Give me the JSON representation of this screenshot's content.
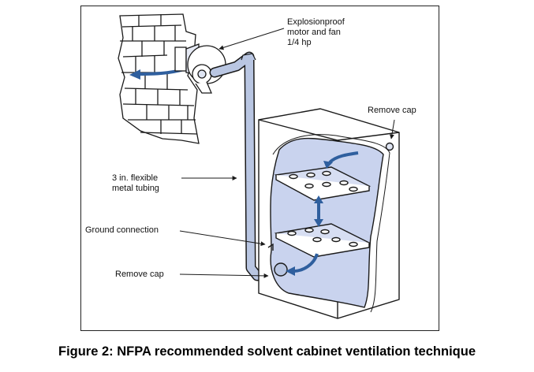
{
  "figure": {
    "caption": "Figure 2: NFPA recommended solvent cabinet ventilation technique",
    "labels": {
      "fan": "Explosionproof\nmotor and fan\n1/4 hp",
      "remove_cap_top": "Remove cap",
      "tubing": "3 in. flexible\nmetal tubing",
      "ground": "Ground connection",
      "remove_cap_bottom": "Remove cap"
    }
  },
  "colors": {
    "line": "#1a1a1a",
    "airflow": "#2f5f9e",
    "tube": "#b9c6e2",
    "cabinet_interior": "#c9d3ee",
    "shelf": "#d7def2"
  }
}
